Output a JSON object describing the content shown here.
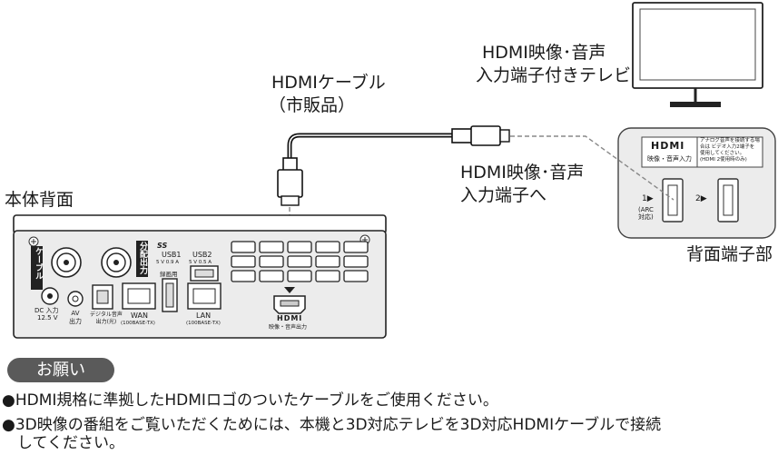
{
  "labels": {
    "cable_name": "HDMIケーブル",
    "cable_sub": "（市販品）",
    "tv_line1": "HDMI映像･音声",
    "tv_line2": "入力端子付きテレビ",
    "input_line1": "HDMI映像･音声",
    "input_line2": "入力端子へ",
    "rear_panel": "本体背面",
    "rear_terminal": "背面端子部"
  },
  "device_ports": {
    "cable": "ケーブル",
    "split_out": "分配出力",
    "dc_in": "DC 入力",
    "dc_volt": "12.5 V",
    "av_out": "AV\n出力",
    "optical": "デジタル音声\n出力(光)",
    "wan": "WAN",
    "wan_spec": "(100BASE-TX)",
    "usb1": "USB1",
    "usb1_spec": "5 V 0.9 A",
    "usb1_rec": "録画用",
    "usb2": "USB2",
    "usb2_spec": "5 V 0.5 A",
    "lan": "LAN",
    "lan_spec": "(100BASE-TX)",
    "hdmi_logo": "HDMI",
    "hdmi_out": "映像・音声出力",
    "ss_mark": "SS"
  },
  "tv_panel": {
    "hdmi_logo": "HDMI",
    "hdmi_caption": "映像・音声入力",
    "notice": "アナログ音声を接続する場合は ビデオ入力2端子を 使用してください。 (HDMI 2使用時のみ)",
    "port1": "1▶",
    "port1_sub": "(ARC\n対応)",
    "port2": "2▶"
  },
  "note": {
    "tag": "お願い",
    "items": [
      "●HDMI規格に準拠したHDMIロゴのついたケーブルをご使用ください。",
      "●3D映像の番組をご覧いただくためには、本機と3D対応テレビを3D対応HDMIケーブルで接続",
      "　してください。"
    ]
  }
}
